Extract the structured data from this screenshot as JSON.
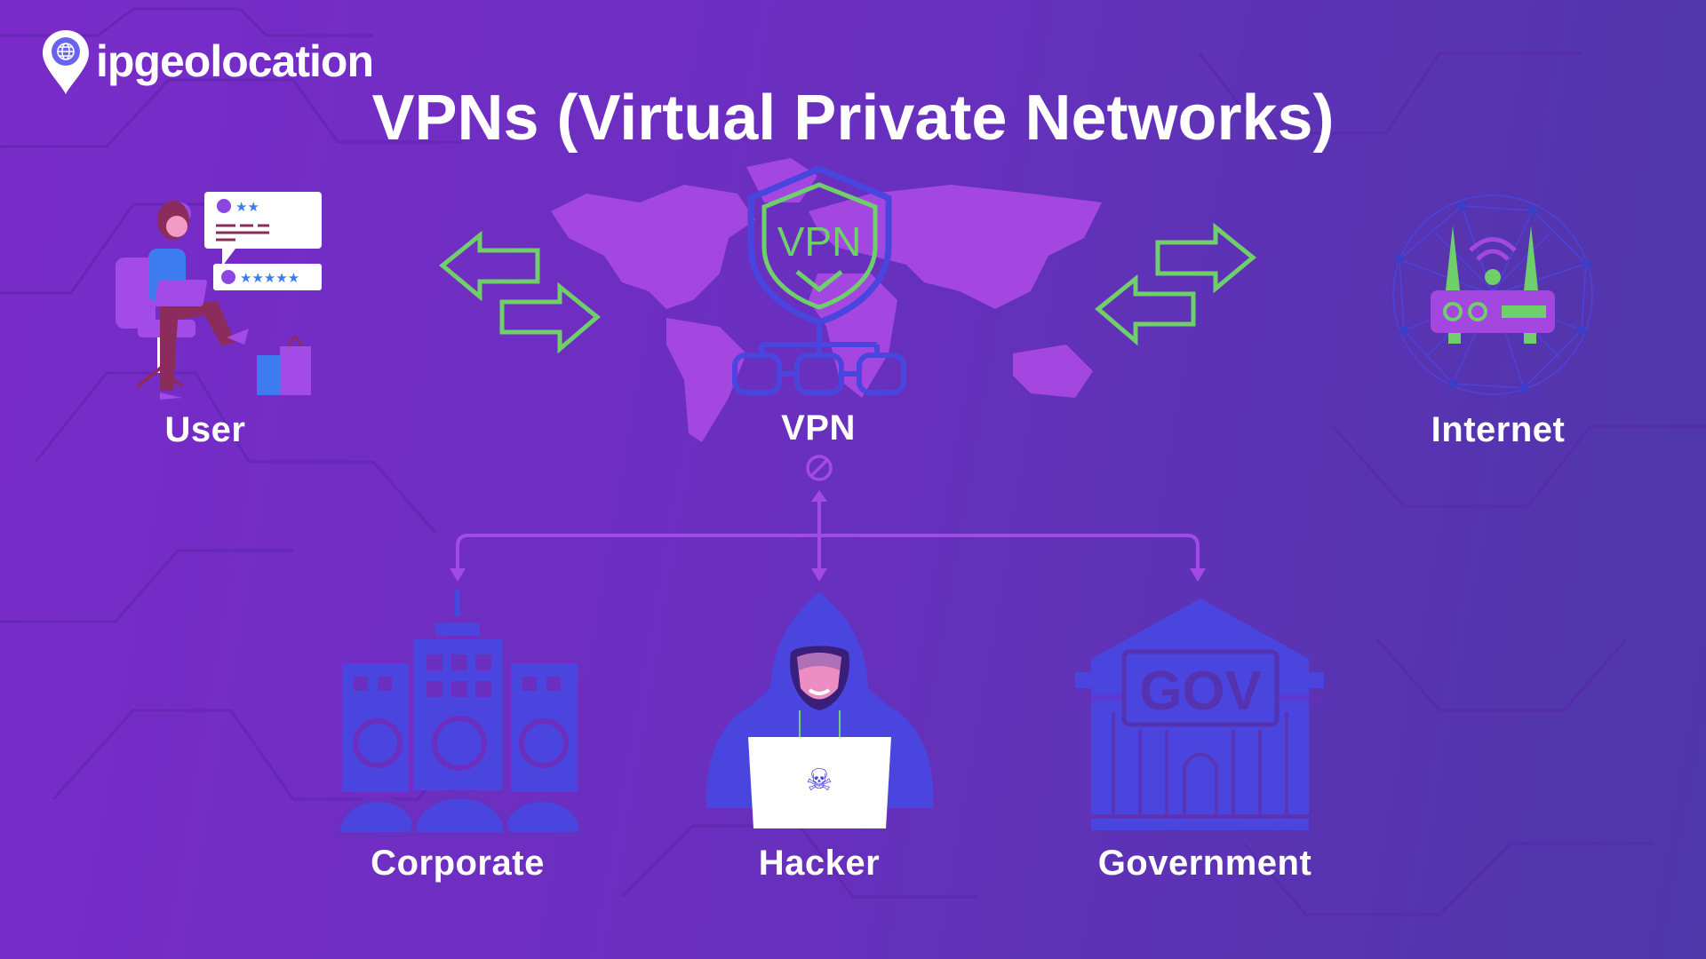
{
  "brand": {
    "name": "ipgeolocation"
  },
  "title": "VPNs (Virtual Private Networks)",
  "nodes": {
    "user": "User",
    "vpn": "VPN",
    "internet": "Internet",
    "corporate": "Corporate",
    "hacker": "Hacker",
    "government": "Government"
  },
  "shield_text": "VPN",
  "gov_sign": "GOV",
  "colors": {
    "accent_green": "#6fcf6a",
    "accent_blue": "#4b45e0",
    "map_purple": "#a347e0",
    "line_purple": "#a24ae6"
  }
}
